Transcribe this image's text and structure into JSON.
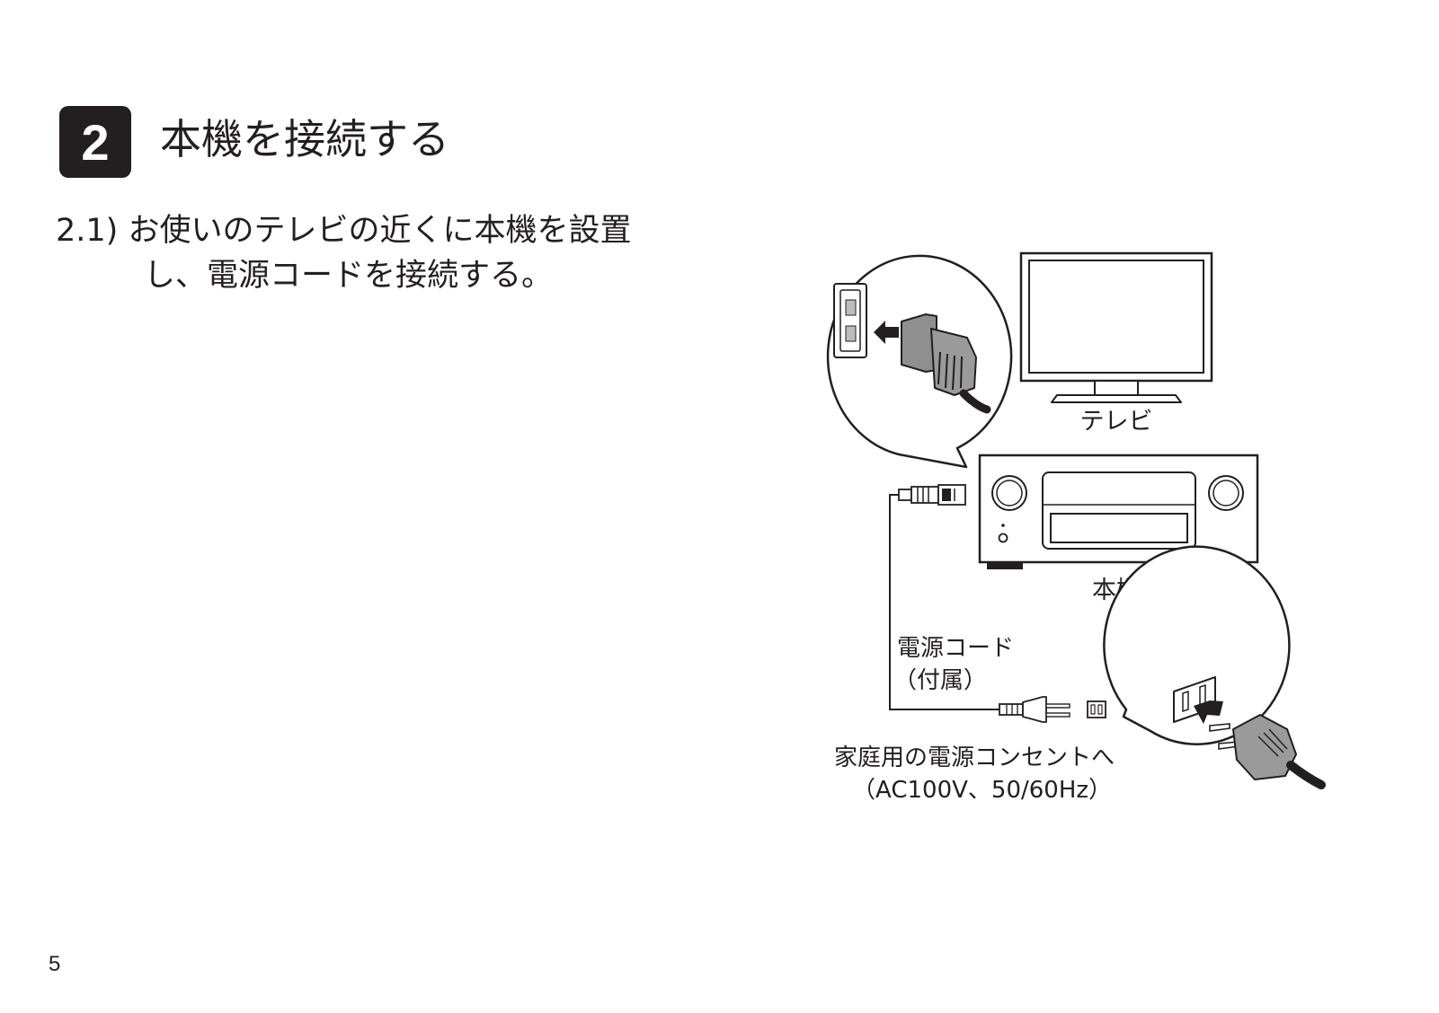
{
  "heading": {
    "step_number": "2",
    "title": "本機を接続する"
  },
  "instruction": {
    "number": "2.1)",
    "line1": "お使いのテレビの近くに本機を設置",
    "line2": "し、電源コードを接続する。"
  },
  "diagram": {
    "tv_label": "テレビ",
    "unit_label": "本機",
    "cord_label_1": "電源コード",
    "cord_label_2": "（付属）",
    "outlet_label_1": "家庭用の電源コンセントへ",
    "outlet_label_2": "（AC100V、50/60Hz）"
  },
  "page_number": "5"
}
